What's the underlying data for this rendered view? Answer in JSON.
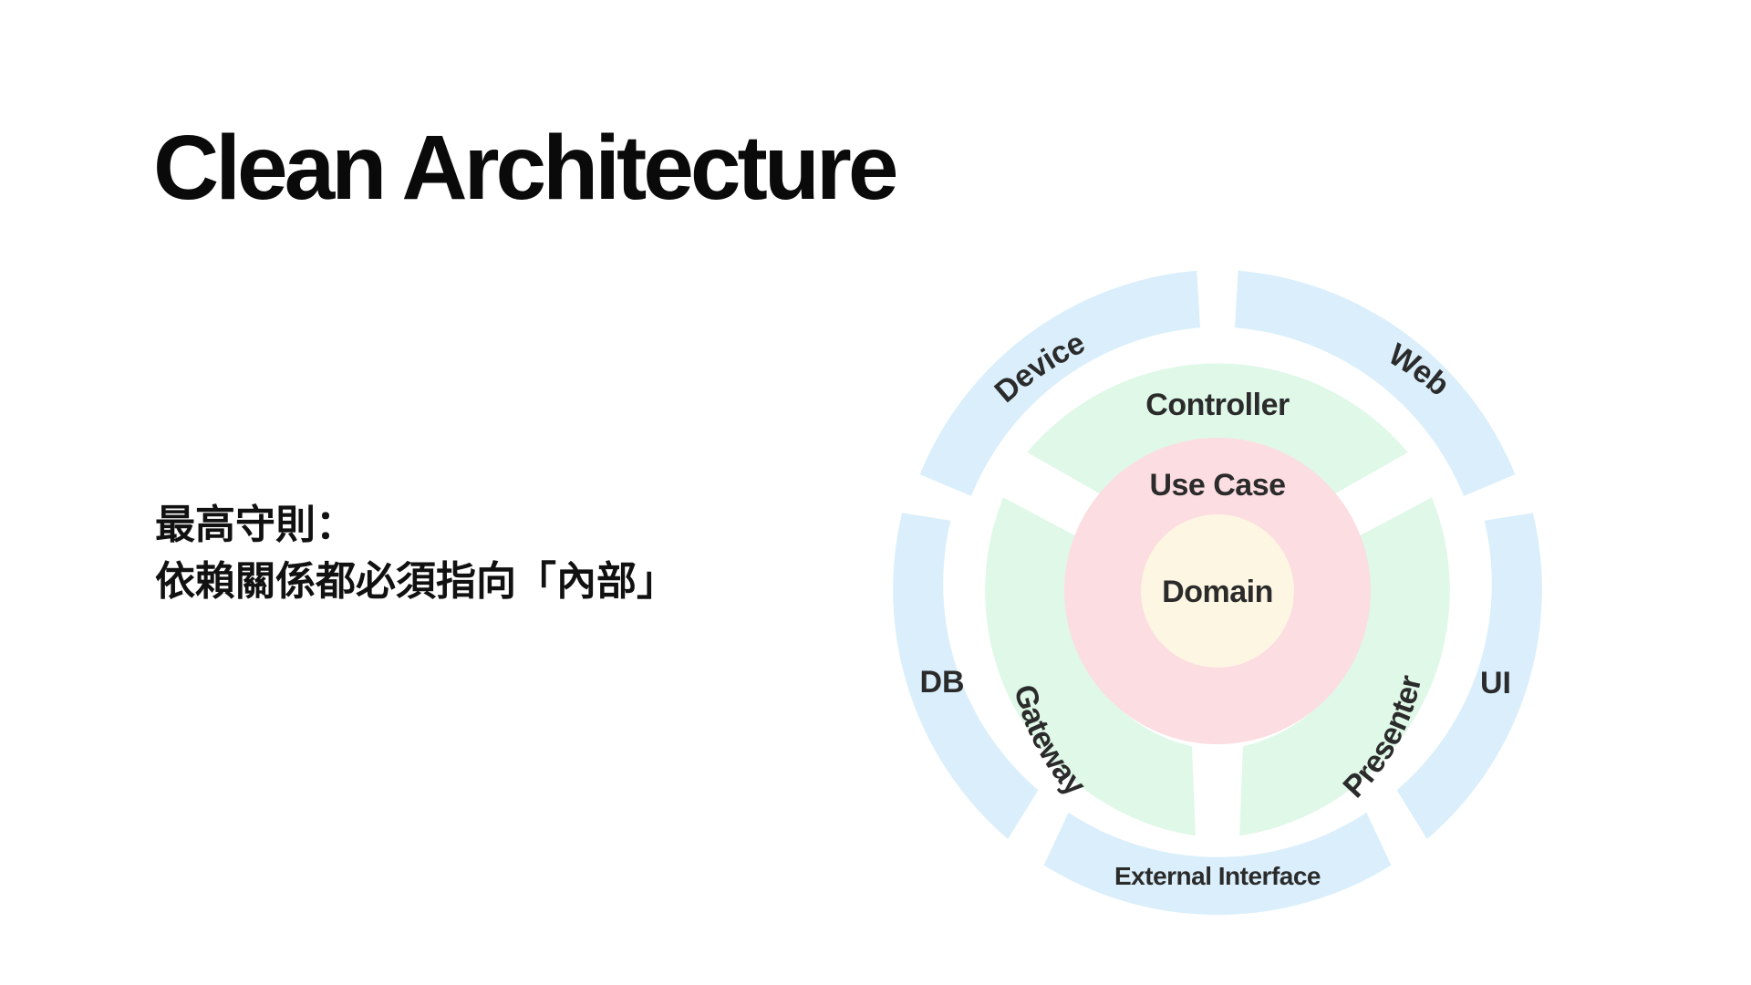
{
  "title": "Clean Architecture",
  "rule": {
    "line1": "最高守則：",
    "line2": "依賴關係都必須指向「內部」"
  },
  "diagram": {
    "colors": {
      "outer": "#daeffb",
      "middle": "#dff8e8",
      "inner": "#fcdde1",
      "core": "#fdf6e3",
      "text": "#2b2b2b"
    },
    "outer_ring": {
      "segments": [
        "Device",
        "Web",
        "UI",
        "External Interface",
        "DB"
      ]
    },
    "middle_ring": {
      "segments": [
        "Controller",
        "Presenter",
        "Gateway"
      ]
    },
    "inner_ring": {
      "label": "Use Case"
    },
    "core": {
      "label": "Domain"
    }
  }
}
